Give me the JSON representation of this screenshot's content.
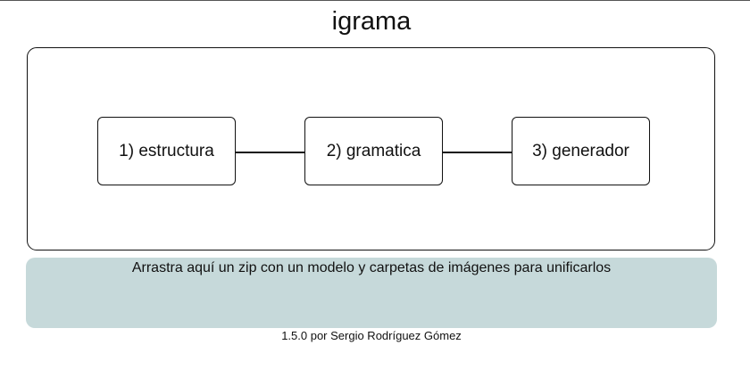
{
  "app": {
    "title": "igrama"
  },
  "flow": {
    "steps": [
      {
        "label": "1) estructura"
      },
      {
        "label": "2) gramatica"
      },
      {
        "label": "3) generador"
      }
    ]
  },
  "dropzone": {
    "text": "Arrastra aquí un zip con un modelo y carpetas de imágenes para unificarlos",
    "background_color": "#c6d9da"
  },
  "footer": {
    "text": "1.5.0 por Sergio Rodríguez Gómez"
  }
}
